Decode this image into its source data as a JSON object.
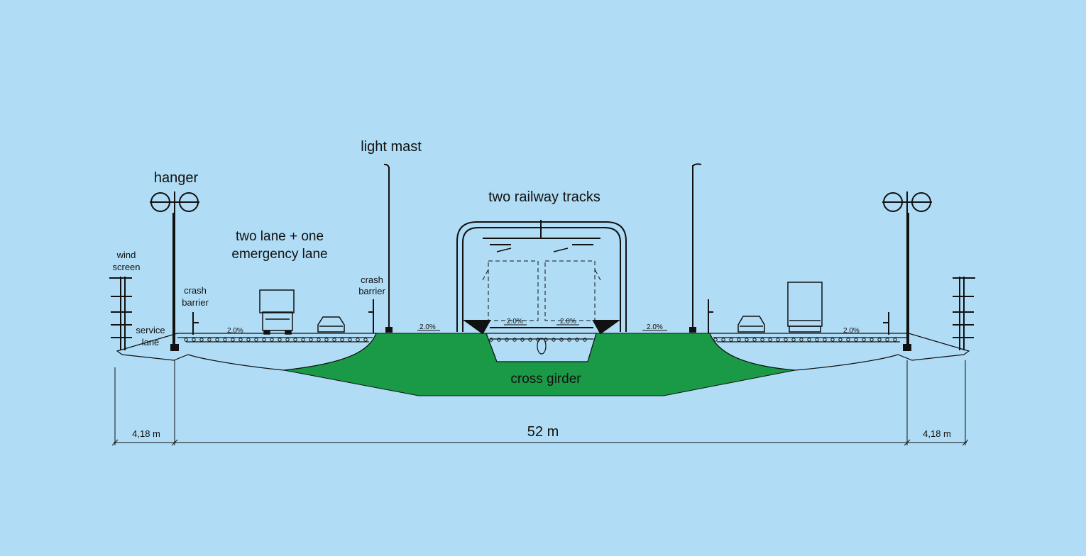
{
  "colors": {
    "background": "#b0ddf5",
    "girder": "#1a9a47",
    "ink": "#111111"
  },
  "labels": {
    "hanger": "hanger",
    "light_mast": "light mast",
    "two_railway_tracks": "two railway tracks",
    "road_lanes_line1": "two lane + one",
    "road_lanes_line2": "emergency lane",
    "wind_screen_line1": "wind",
    "wind_screen_line2": "screen",
    "crash_barrier_left_line1": "crash",
    "crash_barrier_left_line2": "barrier",
    "crash_barrier_mid_line1": "crash",
    "crash_barrier_mid_line2": "barrier",
    "service_lane_line1": "service",
    "service_lane_line2": "lane",
    "cross_girder": "cross girder"
  },
  "dimensions": {
    "left_edge": "4,18 m",
    "total_width": "52 m",
    "right_edge": "4,18 m"
  },
  "slopes": [
    "2.0%",
    "2.0%",
    "2.0%",
    "2.0%",
    "2.0%",
    "2.0%"
  ]
}
